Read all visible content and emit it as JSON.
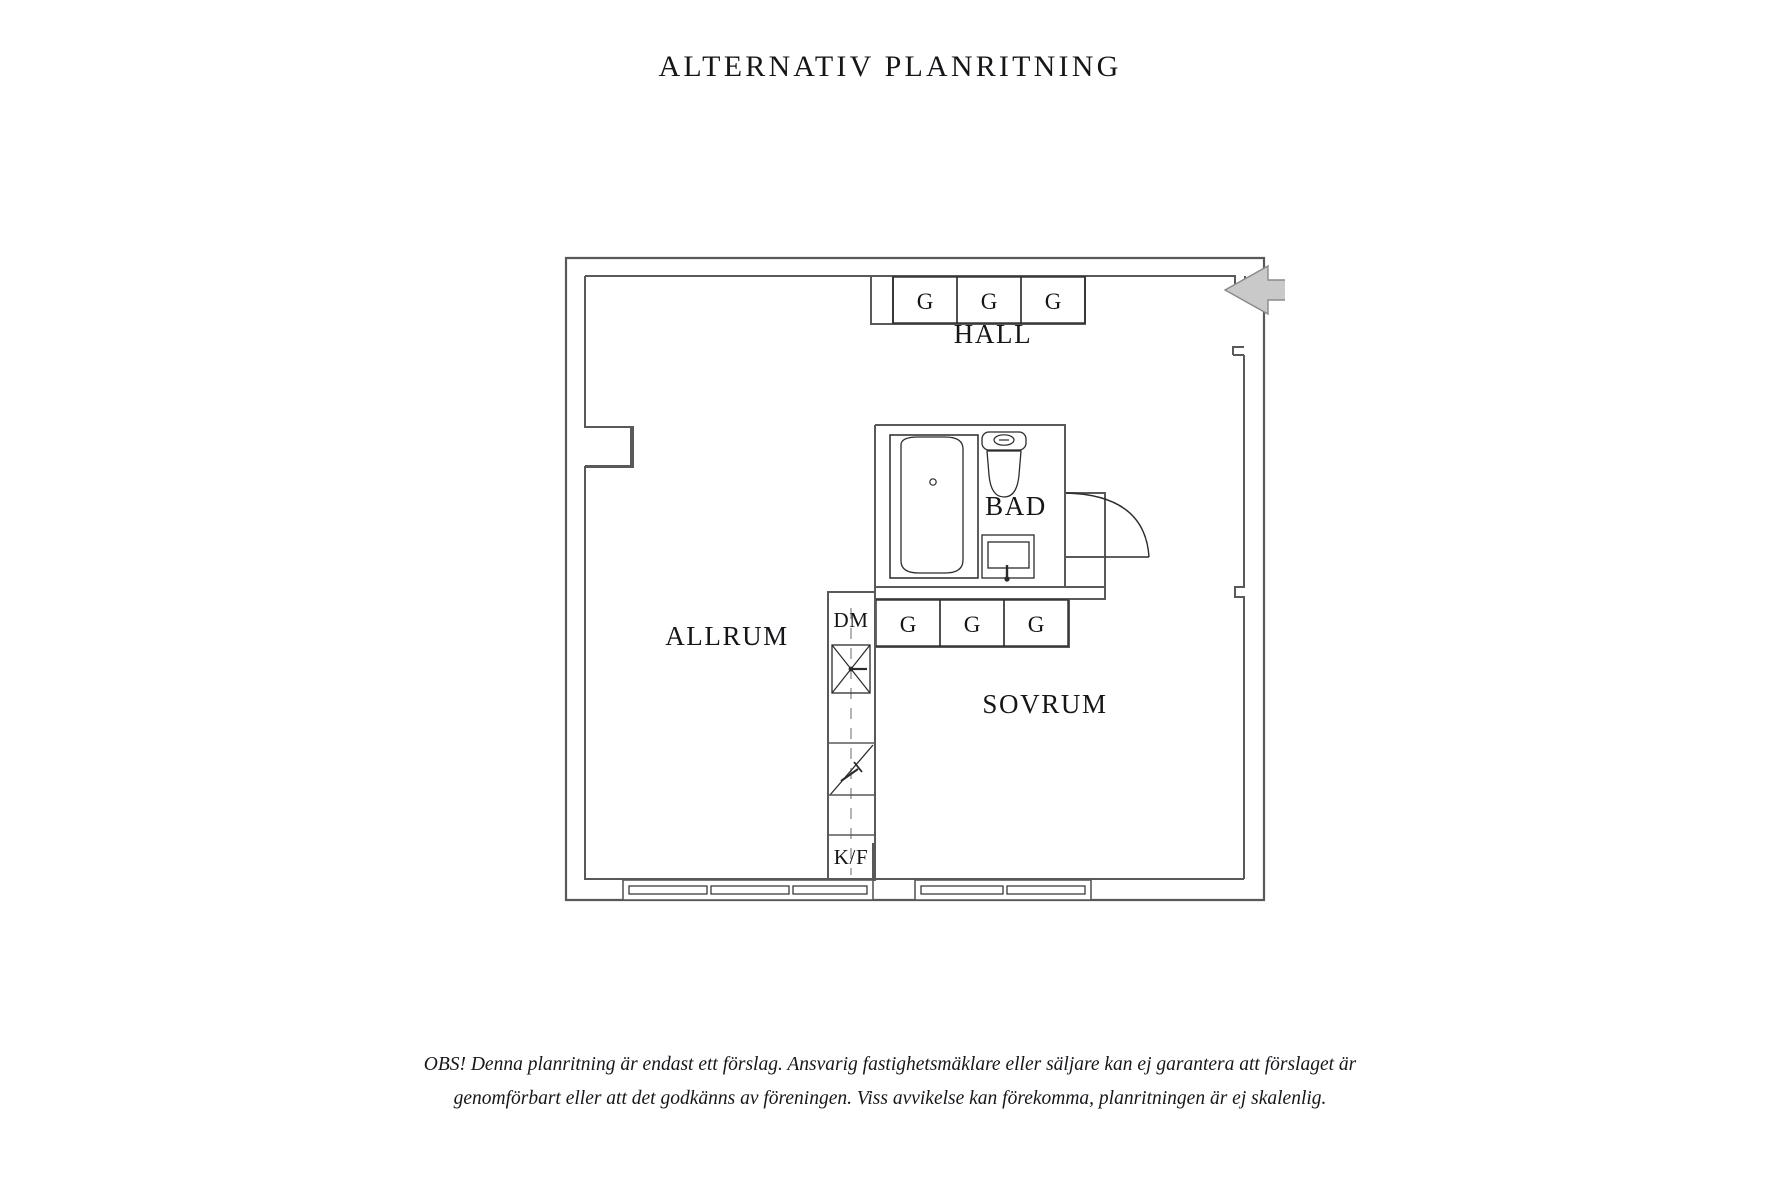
{
  "page": {
    "background_color": "#ffffff",
    "ink_color": "#14161a",
    "wall_color": "#58595b",
    "arrow_fill": "#c9c9c9",
    "arrow_stroke": "#808080"
  },
  "header": {
    "title": "ALTERNATIV PLANRITNING"
  },
  "floorplan": {
    "rooms": [
      {
        "id": "allrum",
        "label": "ALLRUM"
      },
      {
        "id": "hall",
        "label": "HALL"
      },
      {
        "id": "bad",
        "label": "BAD"
      },
      {
        "id": "sovrum",
        "label": "SOVRUM"
      }
    ],
    "closets_top": [
      {
        "label": "G"
      },
      {
        "label": "G"
      },
      {
        "label": "G"
      }
    ],
    "closets_bottom": [
      {
        "label": "G"
      },
      {
        "label": "G"
      },
      {
        "label": "G"
      }
    ],
    "appliances": [
      {
        "id": "dm",
        "label": "DM"
      },
      {
        "id": "kf",
        "label": "K/F"
      }
    ],
    "fixtures": [
      {
        "id": "bathtub",
        "label": ""
      },
      {
        "id": "toilet",
        "label": ""
      },
      {
        "id": "sink-vanity",
        "label": ""
      },
      {
        "id": "stove",
        "label": ""
      },
      {
        "id": "kitchen-sink",
        "label": ""
      }
    ],
    "entrance": {
      "id": "entrance-arrow",
      "direction": "left"
    },
    "windows": [
      {
        "id": "window-allrum",
        "panes": 3
      },
      {
        "id": "window-sovrum",
        "panes": 2
      }
    ],
    "doors": [
      {
        "id": "bad-door",
        "swing": "right"
      }
    ]
  },
  "footer": {
    "line1": "OBS! Denna planritning är endast ett förslag. Ansvarig fastighetsmäklare eller säljare kan ej garantera att förslaget är",
    "line2": "genomförbart eller att det godkänns av föreningen. Viss avvikelse kan förekomma, planritningen är ej skalenlig."
  }
}
